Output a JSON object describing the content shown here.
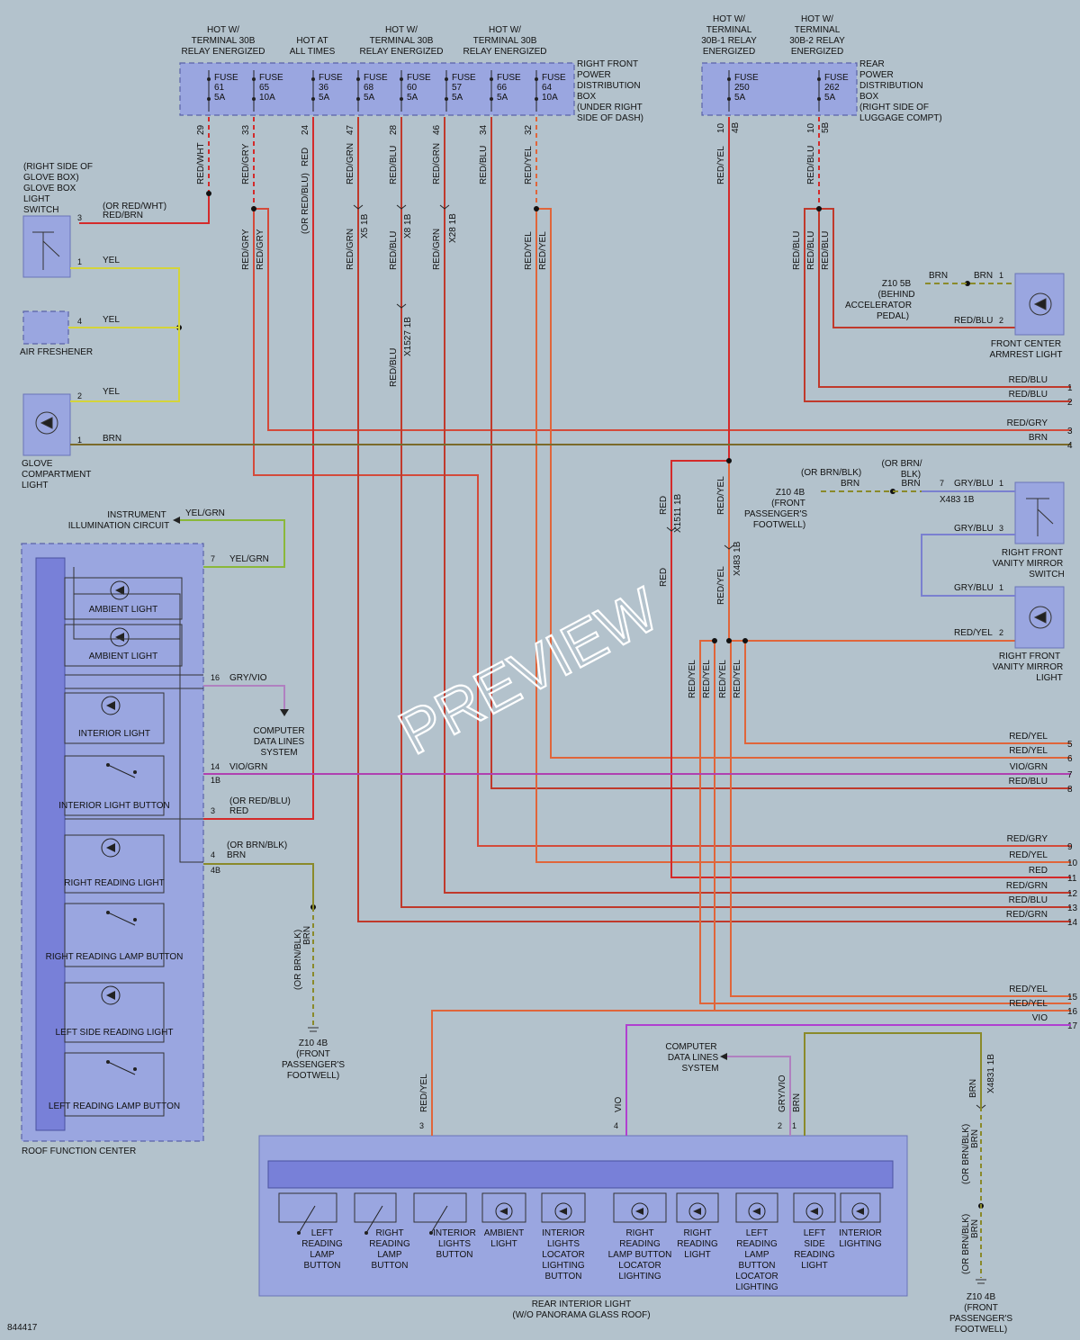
{
  "watermark": "PREVIEW",
  "diagram_id": "844417",
  "fuse_headers": [
    {
      "id": "h1",
      "lines": [
        "HOT W/",
        "TERMINAL 30B",
        "RELAY ENERGIZED"
      ]
    },
    {
      "id": "h2",
      "lines": [
        "HOT AT",
        "ALL TIMES"
      ]
    },
    {
      "id": "h3",
      "lines": [
        "HOT W/",
        "TERMINAL 30B",
        "RELAY ENERGIZED"
      ]
    },
    {
      "id": "h4",
      "lines": [
        "HOT W/",
        "TERMINAL 30B",
        "RELAY ENERGIZED"
      ]
    },
    {
      "id": "h5",
      "lines": [
        "HOT W/",
        "TERMINAL",
        "30B-1 RELAY",
        "ENERGIZED"
      ]
    },
    {
      "id": "h6",
      "lines": [
        "HOT W/",
        "TERMINAL",
        "30B-2 RELAY",
        "ENERGIZED"
      ]
    }
  ],
  "fuses": [
    {
      "name": "FUSE",
      "num": "61",
      "amp": "5A"
    },
    {
      "name": "FUSE",
      "num": "65",
      "amp": "10A"
    },
    {
      "name": "FUSE",
      "num": "36",
      "amp": "5A"
    },
    {
      "name": "FUSE",
      "num": "68",
      "amp": "5A"
    },
    {
      "name": "FUSE",
      "num": "60",
      "amp": "5A"
    },
    {
      "name": "FUSE",
      "num": "57",
      "amp": "5A"
    },
    {
      "name": "FUSE",
      "num": "66",
      "amp": "5A"
    },
    {
      "name": "FUSE",
      "num": "64",
      "amp": "10A"
    },
    {
      "name": "FUSE",
      "num": "250",
      "amp": "5A"
    },
    {
      "name": "FUSE",
      "num": "262",
      "amp": "5A"
    }
  ],
  "front_box_label": [
    "RIGHT FRONT",
    "POWER",
    "DISTRIBUTION",
    "BOX",
    "(UNDER RIGHT",
    "SIDE OF DASH)"
  ],
  "rear_box_label": [
    "REAR",
    "POWER",
    "DISTRIBUTION",
    "BOX",
    "(RIGHT SIDE OF",
    "LUGGAGE COMPT)"
  ],
  "pin_labels": [
    "29",
    "33",
    "24",
    "47",
    "28",
    "46",
    "34",
    "32",
    "10",
    "4B",
    "10",
    "5B"
  ],
  "wire_colors_vertical": [
    "RED/WHT",
    "RED/GRY",
    "RED",
    "RED/GRN",
    "RED/BLU",
    "RED/GRN",
    "RED/BLU",
    "RED/YEL",
    "RED/YEL",
    "RED/BLU"
  ],
  "connector_labels": [
    "X5 1B",
    "X8 1B",
    "X28 1B",
    "X1527 1B",
    "X1511 1B",
    "X483 1B",
    "X483 1B",
    "X4831 1B"
  ],
  "left_components": {
    "glove_switch": [
      "(RIGHT SIDE OF",
      "GLOVE BOX)",
      "GLOVE BOX",
      "LIGHT",
      "SWITCH"
    ],
    "air_freshener": "AIR FRESHENER",
    "glove_light": [
      "GLOVE",
      "COMPARTMENT",
      "LIGHT"
    ],
    "instrument": [
      "INSTRUMENT",
      "ILLUMINATION CIRCUIT"
    ],
    "computer": [
      "COMPUTER",
      "DATA LINES",
      "SYSTEM"
    ],
    "roof_center": "ROOF FUNCTION CENTER",
    "ground1": [
      "Z10 4B",
      "(FRONT",
      "PASSENGER'S",
      "FOOTWELL)"
    ]
  },
  "roof_items": [
    "AMBIENT LIGHT",
    "AMBIENT LIGHT",
    "INTERIOR LIGHT",
    "INTERIOR LIGHT BUTTON",
    "RIGHT READING LIGHT",
    "RIGHT READING LAMP BUTTON",
    "LEFT SIDE READING LIGHT",
    "LEFT READING LAMP BUTTON"
  ],
  "wire_labels": {
    "or_red_wht": "(OR RED/WHT)",
    "red_brn": "RED/BRN",
    "yel": "YEL",
    "brn": "BRN",
    "yel_grn": "YEL/GRN",
    "gry_vio": "GRY/VIO",
    "vio_grn": "VIO/GRN",
    "or_red_blu": "(OR RED/BLU)",
    "red": "RED",
    "or_brn_blk": "(OR BRN/BLK)",
    "red_yel": "RED/YEL",
    "vio": "VIO",
    "gry_blu": "GRY/BLU",
    "red_blu": "RED/BLU"
  },
  "right_components": {
    "armrest": [
      "FRONT CENTER",
      "ARMREST LIGHT"
    ],
    "z10_5b": [
      "Z10 5B",
      "(BEHIND",
      "ACCELERATOR",
      "PEDAL)"
    ],
    "z10_4b": [
      "Z10 4B",
      "(FRONT",
      "PASSENGER'S",
      "FOOTWELL)"
    ],
    "mirror_switch": [
      "RIGHT FRONT",
      "VANITY MIRROR",
      "SWITCH"
    ],
    "mirror_light": [
      "RIGHT FRONT",
      "VANITY MIRROR",
      "LIGHT"
    ],
    "or_brn_blk": [
      "(OR BRN/",
      "BLK)"
    ]
  },
  "right_wires": [
    {
      "n": "1",
      "label": "RED/BLU",
      "color": "#c0392b"
    },
    {
      "n": "2",
      "label": "RED/BLU",
      "color": "#c0392b"
    },
    {
      "n": "3",
      "label": "RED/GRY",
      "color": "#d44a3a"
    },
    {
      "n": "4",
      "label": "BRN",
      "color": "#7a6a2a"
    },
    {
      "n": "5",
      "label": "RED/YEL",
      "color": "#e0653a"
    },
    {
      "n": "6",
      "label": "RED/YEL",
      "color": "#e0653a"
    },
    {
      "n": "7",
      "label": "VIO/GRN",
      "color": "#b040b0"
    },
    {
      "n": "8",
      "label": "RED/BLU",
      "color": "#c0392b"
    },
    {
      "n": "9",
      "label": "RED/GRY",
      "color": "#d44a3a"
    },
    {
      "n": "10",
      "label": "RED/YEL",
      "color": "#e0653a"
    },
    {
      "n": "11",
      "label": "RED",
      "color": "#d42a2a"
    },
    {
      "n": "12",
      "label": "RED/GRN",
      "color": "#c0392b"
    },
    {
      "n": "13",
      "label": "RED/BLU",
      "color": "#c0392b"
    },
    {
      "n": "14",
      "label": "RED/GRN",
      "color": "#c0392b"
    },
    {
      "n": "15",
      "label": "RED/YEL",
      "color": "#e0653a"
    },
    {
      "n": "16",
      "label": "RED/YEL",
      "color": "#e0653a"
    },
    {
      "n": "17",
      "label": "VIO",
      "color": "#b040d0"
    }
  ],
  "rear_light": {
    "title": [
      "REAR INTERIOR LIGHT",
      "(W/O PANORAMA GLASS ROOF)"
    ],
    "computer": [
      "COMPUTER",
      "DATA LINES",
      "SYSTEM"
    ],
    "items": [
      [
        "LEFT",
        "READING",
        "LAMP",
        "BUTTON"
      ],
      [
        "RIGHT",
        "READING",
        "LAMP",
        "BUTTON"
      ],
      [
        "INTERIOR",
        "LIGHTS",
        "BUTTON"
      ],
      [
        "AMBIENT",
        "LIGHT"
      ],
      [
        "INTERIOR",
        "LIGHTS",
        "LOCATOR",
        "LIGHTING",
        "BUTTON"
      ],
      [
        "RIGHT",
        "READING",
        "LAMP BUTTON",
        "LOCATOR",
        "LIGHTING"
      ],
      [
        "RIGHT",
        "READING",
        "LIGHT"
      ],
      [
        "LEFT",
        "READING",
        "LAMP",
        "BUTTON",
        "LOCATOR",
        "LIGHTING"
      ],
      [
        "LEFT",
        "SIDE",
        "READING",
        "LIGHT"
      ],
      [
        "INTERIOR",
        "LIGHTING"
      ]
    ],
    "ground": [
      "Z10 4B",
      "(FRONT",
      "PASSENGER'S",
      "FOOTWELL)"
    ]
  },
  "colors": {
    "red": "#d42a2a",
    "redyel": "#e0653a",
    "yellow": "#d4d43a",
    "brn": "#7a6a2a",
    "vio": "#b040d0",
    "blu": "#7a80d0",
    "olive": "#8a8a2a"
  }
}
